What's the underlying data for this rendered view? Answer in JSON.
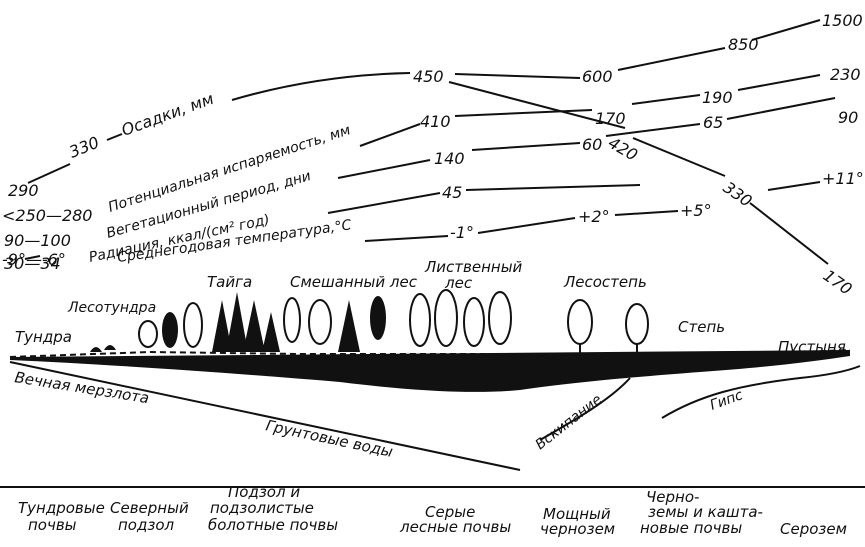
{
  "rows": {
    "precip": {
      "title": "Осадки, мм",
      "left": "290",
      "left2": "330",
      "v1": "450",
      "v2": "600",
      "v3": "850",
      "v4": "1500",
      "d1": "420",
      "d2": "330",
      "d3": "170"
    },
    "evap": {
      "title": "Потенциальная испаряемость, мм",
      "left": "<250—280",
      "v1": "410",
      "v2": "170",
      "v3": "190",
      "v4": "230"
    },
    "veg": {
      "title": "Вегетационный период, дни",
      "left": "90—100",
      "v1": "140",
      "v2": "60",
      "v3": "65",
      "v4": "90"
    },
    "rad": {
      "title": "Радиация, ккал/(см² год)",
      "left": "30—34",
      "v1": "45",
      "v2": "+11°"
    },
    "temp": {
      "title": "Среднегодовая температура,°С",
      "left": "-9°—-6°",
      "v1": "-1°",
      "v2": "+2°",
      "v3": "+5°"
    }
  },
  "zones": {
    "tundra": "Тундра",
    "lesotundra": "Лесотундра",
    "taiga": "Тайга",
    "mixed": "Смешанный лес",
    "deciduous1": "Лиственный",
    "deciduous2": "лес",
    "forest_steppe": "Лесостепь",
    "steppe": "Степь",
    "desert": "Пустыня"
  },
  "below": {
    "permafrost": "Вечная мерзлота",
    "groundwater": "Грунтовые воды",
    "boiling": "Вскипание",
    "gypsum": "Гипс"
  },
  "soils": [
    {
      "l1": "Тундровые",
      "l2": "почвы"
    },
    {
      "l1": "Северный",
      "l2": "подзол"
    },
    {
      "l1": "Подзол и",
      "l2": "подзолистые",
      "l3": "болотные почвы"
    },
    {
      "l1": "Серые",
      "l2": "лесные почвы"
    },
    {
      "l1": "Мощный",
      "l2": "чернозем"
    },
    {
      "l1": "Черно-",
      "l2": "земы и кашта-",
      "l3": "новые почвы"
    },
    {
      "l1": "Серозем"
    }
  ]
}
